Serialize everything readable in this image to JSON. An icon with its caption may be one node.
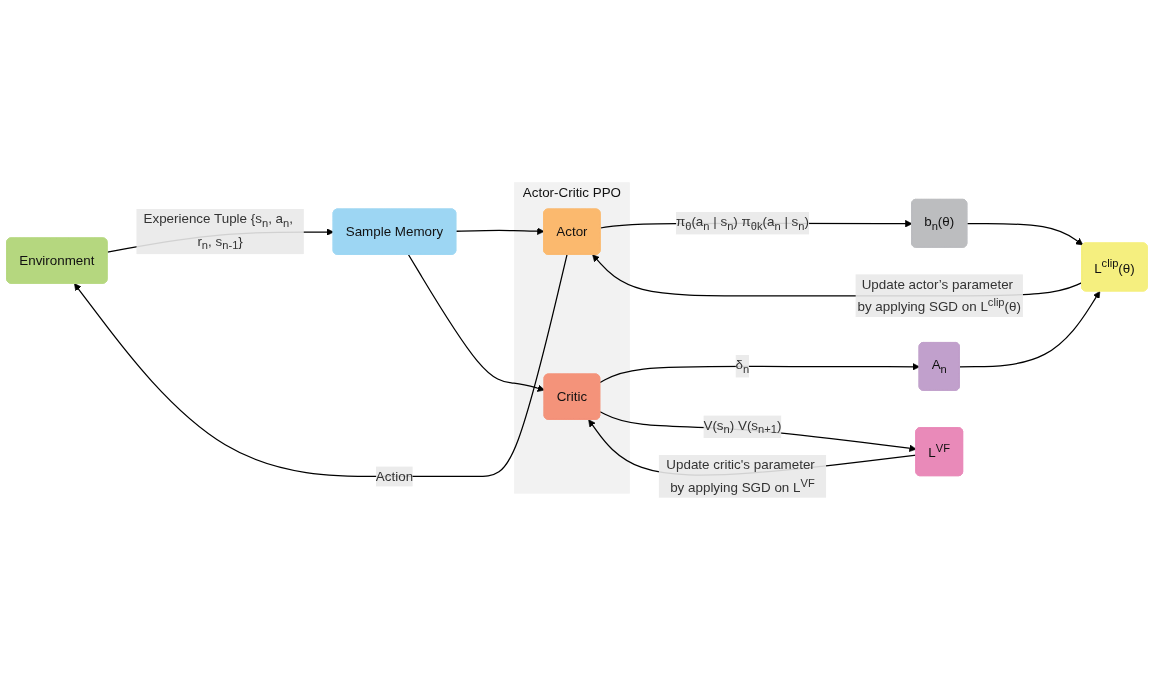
{
  "diagram": {
    "nodes": [
      {
        "text": [
          "Environment"
        ]
      },
      {
        "text": [
          "Sample Memory"
        ]
      },
      {
        "text": [
          "Actor-Critic PPO"
        ]
      },
      {
        "text": [
          "Actor"
        ],
        "in": 2
      },
      {
        "text": [
          "Critic"
        ],
        "in": 2
      },
      {
        "text": [
          "b$_{n}$(θ)"
        ]
      },
      {
        "text": [
          "A$_{n}$"
        ]
      },
      {
        "text": [
          "L$^{VF}$"
        ]
      },
      {
        "text": [
          "L$^{clip}$(θ)"
        ]
      }
    ],
    "edges": [
      {
        "from": 0,
        "to": 1,
        "arrow": "to",
        "label": "Experience Tuple {s$_{n}$, a$_{n}$, r$_{n}$, s$_{n-1}$}"
      },
      {
        "from": 1,
        "to": 3,
        "arrow": "to"
      },
      {
        "from": 1,
        "to": 4,
        "arrow": "to"
      },
      {
        "from": 3,
        "to": 0,
        "arrow": "to",
        "label": "Action"
      },
      {
        "from": 3,
        "to": 5,
        "arrow": "to",
        "label": "π$_{θ}$(a$_{n}$ | s$_{n}$) π$_{θk}$(a$_{n}$ | s$_{n}$)"
      },
      {
        "from": 4,
        "to": 6,
        "arrow": "to",
        "label": "δ$_{n}$"
      },
      {
        "from": 4,
        "to": 7,
        "arrow": "to",
        "label": "V(s$_{n}$) V(s$_{n+1}$)"
      },
      {
        "from": 5,
        "to": 8,
        "arrow": "to"
      },
      {
        "from": 6,
        "to": 8,
        "arrow": "to"
      },
      {
        "from": 8,
        "to": 3,
        "arrow": "to",
        "label": "Update actor’s parameter by applying SGD on L$^{clip}$(θ)"
      },
      {
        "from": 7,
        "to": 4,
        "arrow": "to",
        "label": "Update critic's parameter by applying SGD on L$^{VF}$"
      }
    ]
  }
}
